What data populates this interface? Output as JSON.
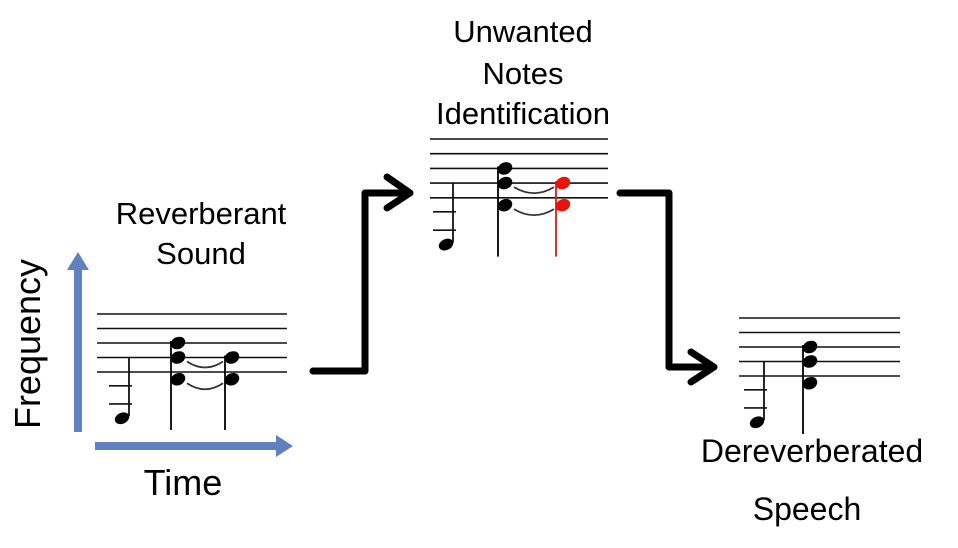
{
  "title": "Dereverberation pipeline",
  "axes": {
    "y_label": "Frequency",
    "x_label": "Time",
    "color": "#6180BE"
  },
  "stages": [
    {
      "id": "reverberant",
      "label_lines": [
        "Reverberant",
        "Sound"
      ],
      "chord_notes": [
        {
          "time": 0,
          "pitches": [
            -2.5
          ]
        },
        {
          "time": 1,
          "pitches": [
            2,
            1,
            -0.5
          ]
        },
        {
          "time": 2,
          "pitches": [
            1,
            -0.5
          ]
        }
      ],
      "ties": [
        1,
        -0.5
      ],
      "unwanted_color": null
    },
    {
      "id": "identification",
      "label_lines": [
        "Unwanted",
        "Notes",
        "Identification"
      ],
      "chord_notes": [
        {
          "time": 0,
          "pitches": [
            -2.5
          ]
        },
        {
          "time": 1,
          "pitches": [
            2,
            1,
            -0.5
          ]
        },
        {
          "time": 2,
          "pitches": [
            1,
            -0.5
          ],
          "unwanted": true
        }
      ],
      "ties": [
        1,
        -0.5
      ],
      "unwanted_color": "#E8140C"
    },
    {
      "id": "dereverberated",
      "label_lines": [
        "Dereverberated",
        "Speech"
      ],
      "chord_notes": [
        {
          "time": 0,
          "pitches": [
            -2.5
          ]
        },
        {
          "time": 1,
          "pitches": [
            2,
            1,
            -0.5
          ]
        }
      ],
      "ties": [],
      "unwanted_color": null
    }
  ],
  "flow": [
    "reverberant",
    "identification",
    "dereverberated"
  ]
}
